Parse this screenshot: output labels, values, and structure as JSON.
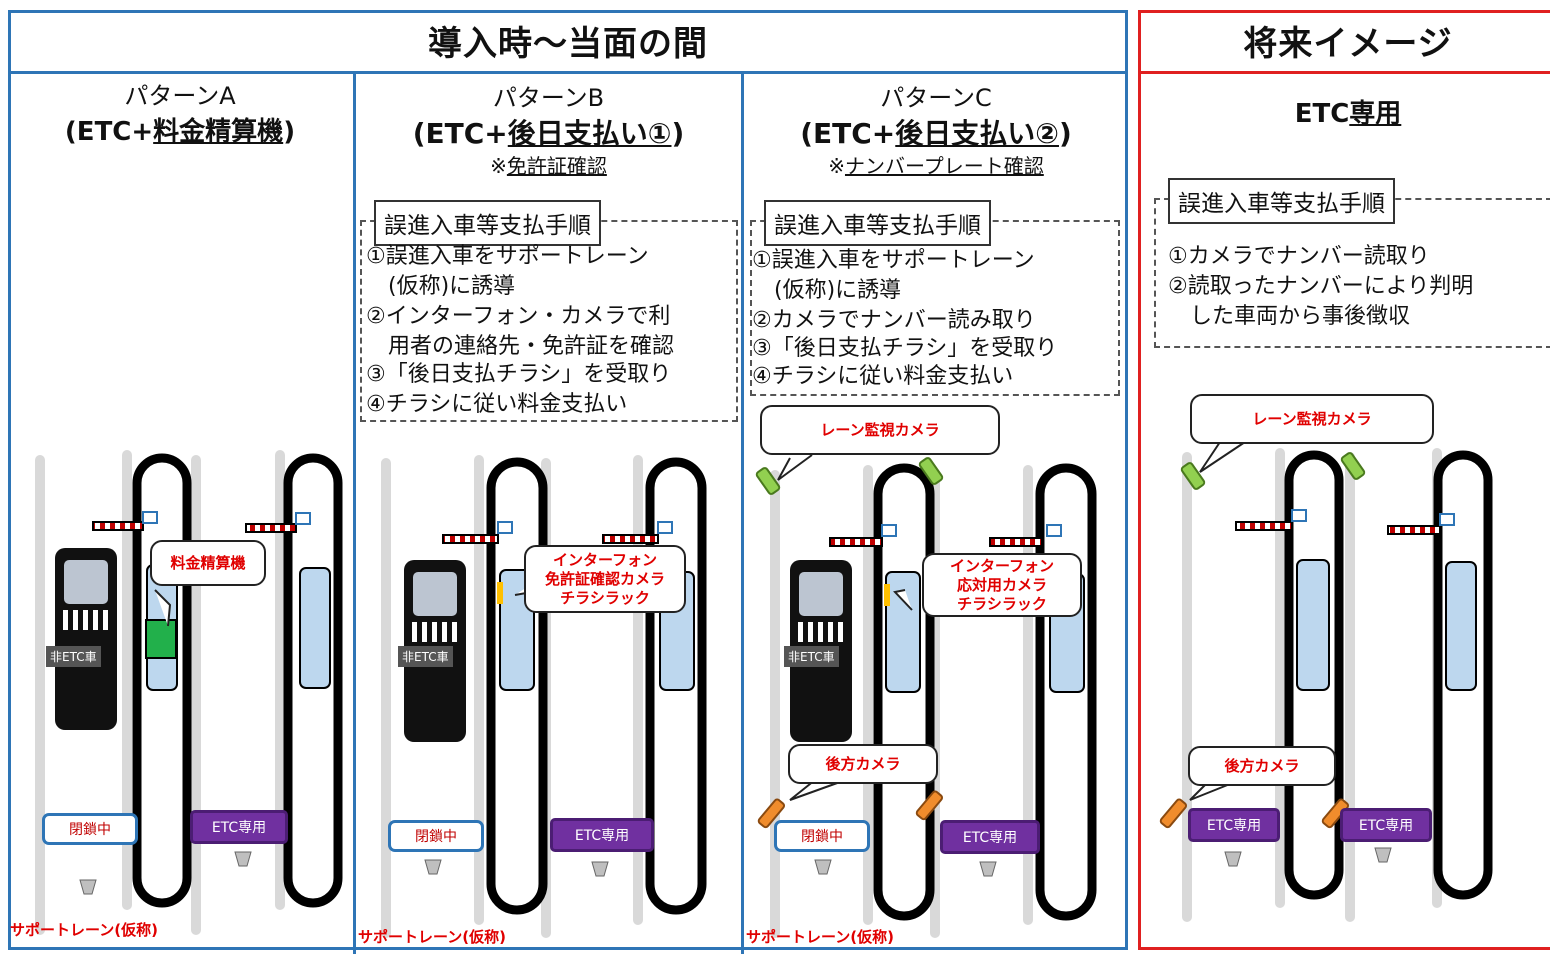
{
  "sections": {
    "current": {
      "title": "導入時～当面の間"
    },
    "future": {
      "title": "将来イメージ"
    }
  },
  "patterns": {
    "a": {
      "name": "パターンA",
      "sub_prefix": "(ETC+",
      "sub_underlined": "料金精算機",
      "sub_suffix": ")",
      "callout": "料金精算機",
      "car_label": "非ETC車",
      "badge_closed": "閉鎖中",
      "badge_etc": "ETC専用",
      "support_lane": "サポートレーン(仮称)"
    },
    "b": {
      "name": "パターンB",
      "sub_prefix": "(ETC+",
      "sub_underlined": "後日支払い①",
      "sub_suffix": ")",
      "note_prefix": "※",
      "note_underlined": "免許証確認",
      "proc_title": "誤進入車等支払手順",
      "steps": [
        "①誤進入車をサポートレーン",
        "　(仮称)に誘導",
        "②インターフォン・カメラで利",
        "　用者の連絡先・免許証を確認",
        "③「後日支払チラシ」を受取り",
        "④チラシに従い料金支払い"
      ],
      "callout": [
        "インターフォン",
        "免許証確認カメラ",
        "チラシラック"
      ],
      "car_label": "非ETC車",
      "badge_closed": "閉鎖中",
      "badge_etc": "ETC専用",
      "support_lane": "サポートレーン(仮称)"
    },
    "c": {
      "name": "パターンC",
      "sub_prefix": "(ETC+",
      "sub_underlined": "後日支払い②",
      "sub_suffix": ")",
      "note_prefix": "※",
      "note_underlined": "ナンバープレート確認",
      "proc_title": "誤進入車等支払手順",
      "steps": [
        "①誤進入車をサポートレーン",
        "　(仮称)に誘導",
        "②カメラでナンバー読み取り",
        "③「後日支払チラシ」を受取り",
        "④チラシに従い料金支払い"
      ],
      "callout_lane_camera": "レーン監視カメラ",
      "callout": [
        "インターフォン",
        "応対用カメラ",
        "チラシラック"
      ],
      "callout_rear_camera": "後方カメラ",
      "car_label": "非ETC車",
      "badge_closed": "閉鎖中",
      "badge_etc": "ETC専用",
      "support_lane": "サポートレーン(仮称)"
    },
    "etc": {
      "sub_prefix": "ETC",
      "sub_underlined": "専用",
      "proc_title": "誤進入車等支払手順",
      "steps": [
        "①カメラでナンバー読取り",
        "②読取ったナンバーにより判明",
        "　した車両から事後徴収"
      ],
      "callout_lane_camera": "レーン監視カメラ",
      "callout_rear_camera": "後方カメラ",
      "badge_etc_1": "ETC専用",
      "badge_etc_2": "ETC専用"
    }
  },
  "colors": {
    "blue_frame": "#2e75b6",
    "red_frame": "#e02020",
    "lane_fill": "#bdd7ee",
    "etc_badge": "#7030a0",
    "accent_red": "#e00000",
    "machine_green": "#22b04b"
  }
}
